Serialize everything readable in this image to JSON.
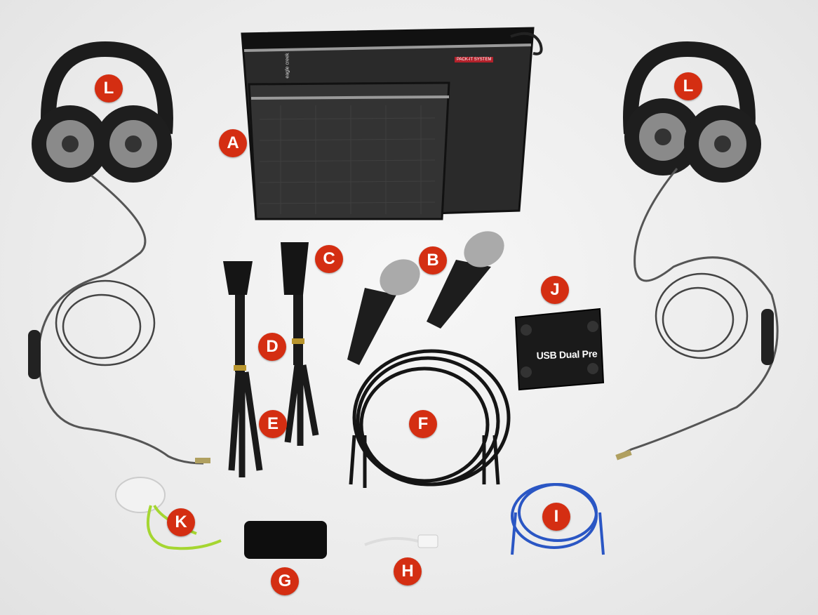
{
  "labels": {
    "A": "A",
    "B": "B",
    "C": "C",
    "D": "D",
    "E": "E",
    "F": "F",
    "G": "G",
    "H": "H",
    "I": "I",
    "J": "J",
    "K": "K",
    "L": "L"
  },
  "printed_text": {
    "interface_model": "USB Dual Pre",
    "bag_brand": "eagle creek",
    "bag_tag": "PACK-IT SYSTEM"
  },
  "colors": {
    "badge": "#d42e12",
    "background": "#ececec",
    "usb_cable": "#2a56c4",
    "splitter_cable": "#a5d631"
  }
}
